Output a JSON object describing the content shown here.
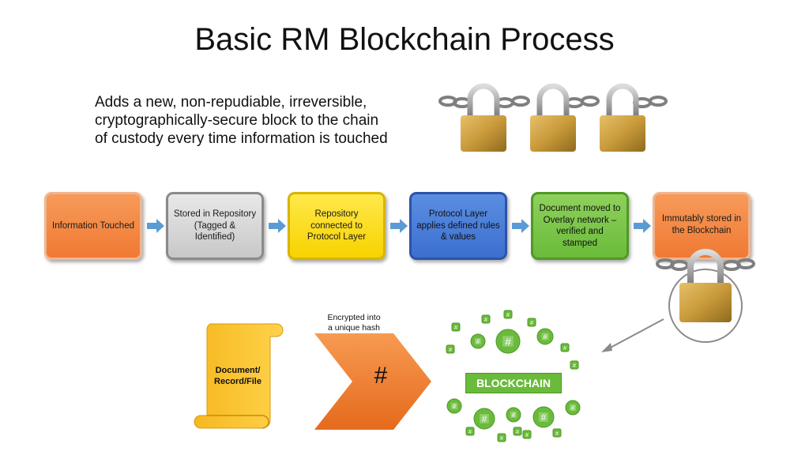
{
  "title": "Basic RM Blockchain Process",
  "subtitle_lines": [
    "Adds a new, non-repudiable, irreversible,",
    "cryptographically-secure block to the chain",
    "of custody every time information is touched"
  ],
  "steps": [
    {
      "label": "Information Touched",
      "color": "#ef7a33"
    },
    {
      "label": "Stored in Repository (Tagged & Identified)",
      "color": "#c8c8c8"
    },
    {
      "label": "Repository connected to Protocol Layer",
      "color": "#f7d300"
    },
    {
      "label": "Protocol Layer applies defined rules & values",
      "color": "#3c6fcf"
    },
    {
      "label": "Document moved to Overlay network – verified and stamped",
      "color": "#6bbb3a"
    },
    {
      "label": "Immutably stored in the Blockchain",
      "color": "#ef7a33"
    }
  ],
  "document_label_lines": [
    "Document/",
    "Record/File"
  ],
  "hash_caption_lines": [
    "Encrypted into",
    "a unique hash"
  ],
  "hash_symbol": "#",
  "blockchain_label": "BLOCKCHAIN",
  "node_symbol": "#",
  "icons": [
    "padlock-chain-icon",
    "padlock-icon",
    "arrow-right-icon",
    "scroll-icon",
    "chevron-icon",
    "hash-node-icon"
  ]
}
